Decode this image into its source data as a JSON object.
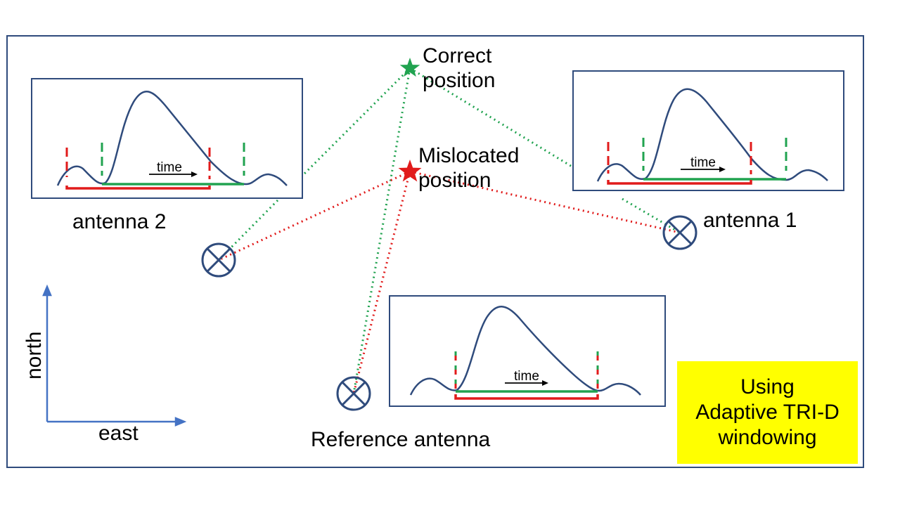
{
  "labels": {
    "correct_line1": "Correct",
    "correct_line2": "position",
    "mislocated_line1": "Mislocated",
    "mislocated_line2": "position",
    "antenna1": "antenna 1",
    "antenna2": "antenna 2",
    "reference": "Reference antenna",
    "north": "north",
    "east": "east",
    "time": "time"
  },
  "note": {
    "line1": "Using",
    "line2": "Adaptive TRI-D",
    "line3": "windowing"
  },
  "colors": {
    "frame": "#2F4B7C",
    "curve": "#2F4B7C",
    "green": "#21A350",
    "red": "#E11B1B",
    "note_bg": "#FFFF00"
  }
}
